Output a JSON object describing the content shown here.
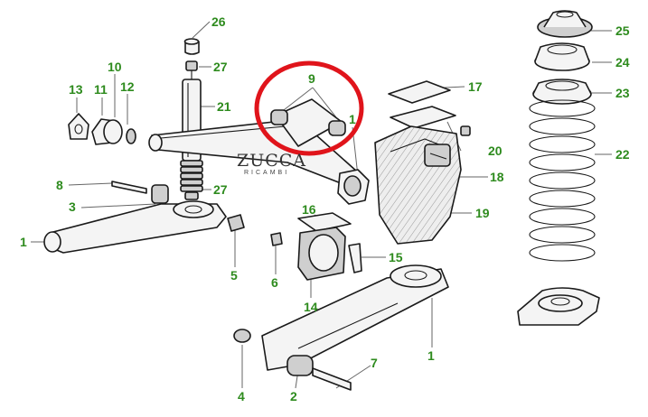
{
  "callouts": [
    {
      "text": "26"
    },
    {
      "text": "27"
    },
    {
      "text": "21"
    },
    {
      "text": "27"
    },
    {
      "text": "13"
    },
    {
      "text": "11"
    },
    {
      "text": "10"
    },
    {
      "text": "12"
    },
    {
      "text": "9"
    },
    {
      "text": "1"
    },
    {
      "text": "17"
    },
    {
      "text": "20"
    },
    {
      "text": "18"
    },
    {
      "text": "19"
    },
    {
      "text": "25"
    },
    {
      "text": "24"
    },
    {
      "text": "23"
    },
    {
      "text": "22"
    },
    {
      "text": "8"
    },
    {
      "text": "3"
    },
    {
      "text": "1"
    },
    {
      "text": "5"
    },
    {
      "text": "6"
    },
    {
      "text": "16"
    },
    {
      "text": "15"
    },
    {
      "text": "14"
    },
    {
      "text": "1"
    },
    {
      "text": "7"
    },
    {
      "text": "4"
    },
    {
      "text": "2"
    }
  ],
  "watermark": {
    "name": "ZUCCA",
    "tagline": "RICAMBI"
  },
  "colors": {
    "callout": "#2e8b1e",
    "highlight": "#e0141b",
    "line": "#1a1a1a"
  }
}
